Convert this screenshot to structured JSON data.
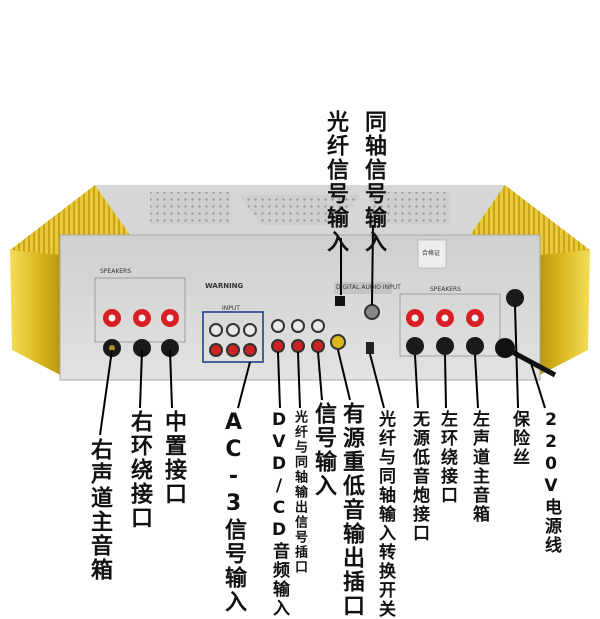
{
  "panel": {
    "warning": "WARNING",
    "speakers_left": "SPEAKERS",
    "speakers_right": "SPEAKERS",
    "digital_input": "DIGITAL AUDIO INPUT",
    "input_5_1": "INPUT",
    "sticker": "合格证"
  },
  "labels": {
    "optical_in": "光纤信号输入",
    "coaxial_in": "同轴信号输入",
    "right_main": "右声道主音箱",
    "right_surround": "右环绕接口",
    "center": "中置接口",
    "ac3_in": "AC-3信号输入",
    "dvd_cd_in": "DVD/CD音频输入",
    "fiber_coax_out": "光纤与同轴输出信号插口",
    "signal_in": "信号输入",
    "sub_out": "有源重低音输出插口",
    "fiber_coax_switch": "光纤与同轴输入转换开关",
    "passive_sub": "无源低音炮接口",
    "left_surround": "左环绕接口",
    "left_main": "左声道主音箱",
    "fuse": "保险丝",
    "power_cord": "220V电源线"
  },
  "colors": {
    "chassis": "#d9d9d7",
    "gold": "#e2c11e",
    "terminal_red": "#d81f26",
    "terminal_black": "#1a1a1a",
    "rca_red": "#cc2222",
    "rca_white": "#e8e8e8",
    "rca_yellow": "#d9b81b",
    "highlight_box": "#1f3f8f"
  }
}
